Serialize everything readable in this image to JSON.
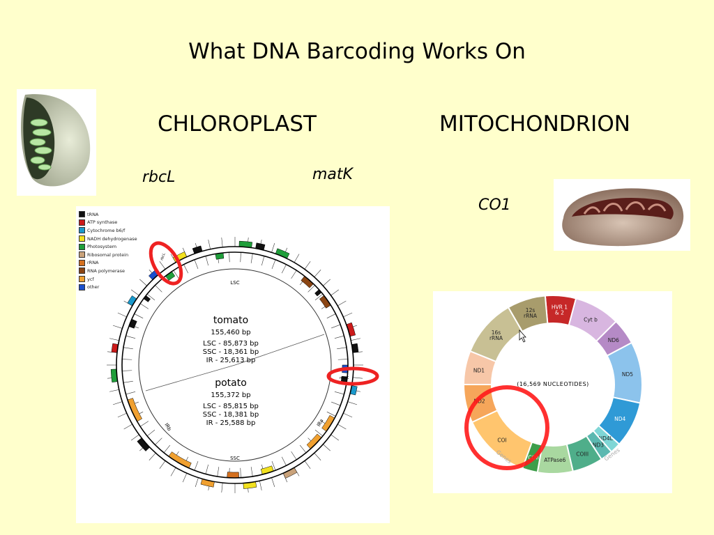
{
  "slide": {
    "title": "What DNA Barcoding Works On",
    "chloroplast_heading": "CHLOROPLAST",
    "mitochondrion_heading": "MITOCHONDRION",
    "gene_rbcl": "rbcL",
    "gene_matk": "matK",
    "gene_co1": "CO1"
  },
  "chloroplast_map": {
    "legend": [
      {
        "label": "tRNA",
        "color": "#111111"
      },
      {
        "label": "ATP synthase",
        "color": "#cc1a1a"
      },
      {
        "label": "Cytochrome b6/f",
        "color": "#1a99cc"
      },
      {
        "label": "NADH dehydrogenase",
        "color": "#f2e11f"
      },
      {
        "label": "Photosystem",
        "color": "#1f9e3a"
      },
      {
        "label": "Ribosomal protein",
        "color": "#c9a27a"
      },
      {
        "label": "rRNA",
        "color": "#d4701f"
      },
      {
        "label": "RNA polymerase",
        "color": "#8b4513"
      },
      {
        "label": "ycf",
        "color": "#f0a030"
      },
      {
        "label": "other",
        "color": "#1a4fcc"
      }
    ],
    "region_lsc": "LSC",
    "region_ssc": "SSC",
    "region_ira": "IRa",
    "region_irb": "IRb",
    "tomato_name": "tomato",
    "tomato_bp": "155,460 bp",
    "tomato_lsc": "LSC - 85,873 bp",
    "tomato_ssc": "SSC - 18,361 bp",
    "tomato_ir": "IR - 25,613 bp",
    "potato_name": "potato",
    "potato_bp": "155,372 bp",
    "potato_lsc": "LSC - 85,815 bp",
    "potato_ssc": "SSC - 18,381 bp",
    "potato_ir": "IR - 25,588 bp",
    "label_rbcl": "rbcL",
    "label_matk": "matK"
  },
  "mito_map": {
    "center_text": "(16,569 NUCLEOTIDES)",
    "genes_label": "Genes",
    "segments": [
      {
        "label": "HVR 1 & 2",
        "color": "#c62828",
        "start": 355,
        "end": 15
      },
      {
        "label": "Cyt b",
        "color": "#d8b6e0",
        "start": 15,
        "end": 45
      },
      {
        "label": "ND6",
        "color": "#b58ac6",
        "start": 45,
        "end": 62
      },
      {
        "label": "ND5",
        "color": "#8cc3ec",
        "start": 62,
        "end": 102
      },
      {
        "label": "ND4",
        "color": "#2f9ad6",
        "start": 102,
        "end": 132
      },
      {
        "label": "ND4L",
        "color": "#7fd6d6",
        "start": 132,
        "end": 139
      },
      {
        "label": "ND3",
        "color": "#5bb8b0",
        "start": 139,
        "end": 147
      },
      {
        "label": "COIII",
        "color": "#4fae8a",
        "start": 147,
        "end": 167
      },
      {
        "label": "ATPase6",
        "color": "#a9d8a0",
        "start": 167,
        "end": 190
      },
      {
        "label": "COII",
        "color": "#3d9e4a",
        "start": 190,
        "end": 200
      },
      {
        "label": "COI",
        "color": "#ffc56e",
        "start": 200,
        "end": 245
      },
      {
        "label": "ND2",
        "color": "#f6a65a",
        "start": 245,
        "end": 270
      },
      {
        "label": "ND1",
        "color": "#f7c7a8",
        "start": 270,
        "end": 292
      },
      {
        "label": "16s rRNA",
        "color": "#c8c094",
        "start": 292,
        "end": 330
      },
      {
        "label": "12s rRNA",
        "color": "#a89c6c",
        "start": 330,
        "end": 355
      }
    ]
  }
}
